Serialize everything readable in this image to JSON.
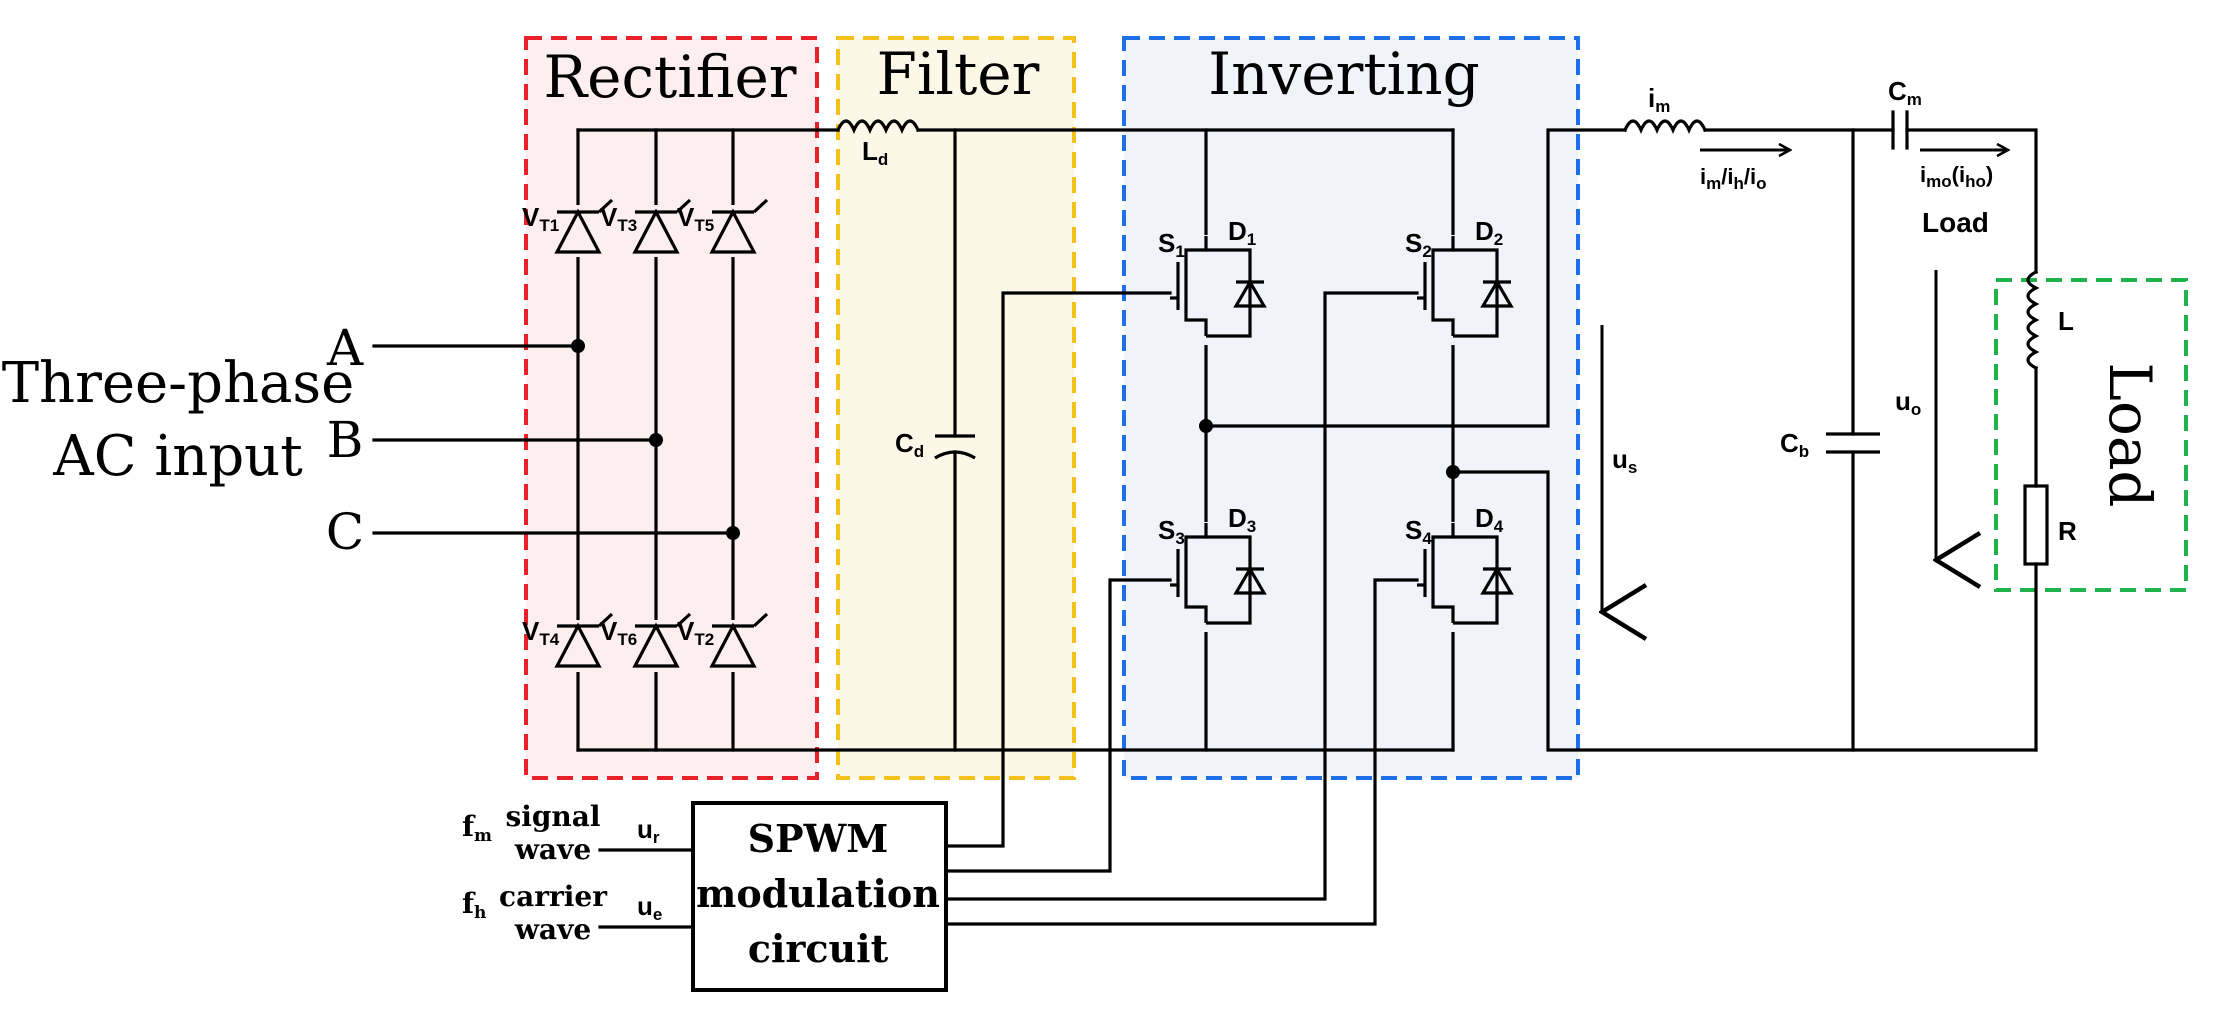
{
  "sections": {
    "rectifier": "Rectifier",
    "filter": "Filter",
    "inverting": "Inverting",
    "load": "Load"
  },
  "input": {
    "line1": "Three-phase",
    "line2": "AC input",
    "phases": [
      "A",
      "B",
      "C"
    ]
  },
  "thyristors": {
    "top": [
      {
        "main": "V",
        "sub": "T1"
      },
      {
        "main": "V",
        "sub": "T3"
      },
      {
        "main": "V",
        "sub": "T5"
      }
    ],
    "bottom": [
      {
        "main": "V",
        "sub": "T4"
      },
      {
        "main": "V",
        "sub": "T6"
      },
      {
        "main": "V",
        "sub": "T2"
      }
    ]
  },
  "filter": {
    "inductor": {
      "main": "L",
      "sub": "d"
    },
    "capacitor": {
      "main": "C",
      "sub": "d"
    }
  },
  "switches": [
    {
      "s": "S",
      "s_sub": "1",
      "d": "D",
      "d_sub": "1"
    },
    {
      "s": "S",
      "s_sub": "2",
      "d": "D",
      "d_sub": "2"
    },
    {
      "s": "S",
      "s_sub": "3",
      "d": "D",
      "d_sub": "3"
    },
    {
      "s": "S",
      "s_sub": "4",
      "d": "D",
      "d_sub": "4"
    }
  ],
  "output": {
    "im_label": {
      "main": "i",
      "sub": "m"
    },
    "current_label": {
      "a": "i",
      "a_sub": "m",
      "b": "/i",
      "b_sub": "h",
      "c": "/i",
      "c_sub": "o"
    },
    "cm_label": {
      "main": "C",
      "sub": "m"
    },
    "imo_label": {
      "a": "i",
      "a_sub": "mo",
      "b": "(i",
      "b_sub": "ho",
      "c": ")"
    },
    "load_small": "Load",
    "us_label": {
      "main": "u",
      "sub": "s"
    },
    "cb_label": {
      "main": "C",
      "sub": "b"
    },
    "uo_label": {
      "main": "u",
      "sub": "o"
    },
    "L": "L",
    "R": "R"
  },
  "control": {
    "signal": {
      "f": "f",
      "f_sub": "m",
      "line1": "signal",
      "line2": "wave",
      "u": "u",
      "u_sub": "r"
    },
    "carrier": {
      "f": "f",
      "f_sub": "h",
      "line1": "carrier",
      "line2": "wave",
      "u": "u",
      "u_sub": "e"
    },
    "spwm": [
      "SPWM",
      "modulation",
      "circuit"
    ]
  },
  "colors": {
    "rectifier_border": "#e8202a",
    "rectifier_fill": "#fdeef0",
    "filter_border": "#f5bf1c",
    "filter_fill": "#fdf7e8",
    "inverting_border": "#1f6fe8",
    "inverting_fill": "#f1f3fa",
    "load_border": "#22b24c"
  }
}
